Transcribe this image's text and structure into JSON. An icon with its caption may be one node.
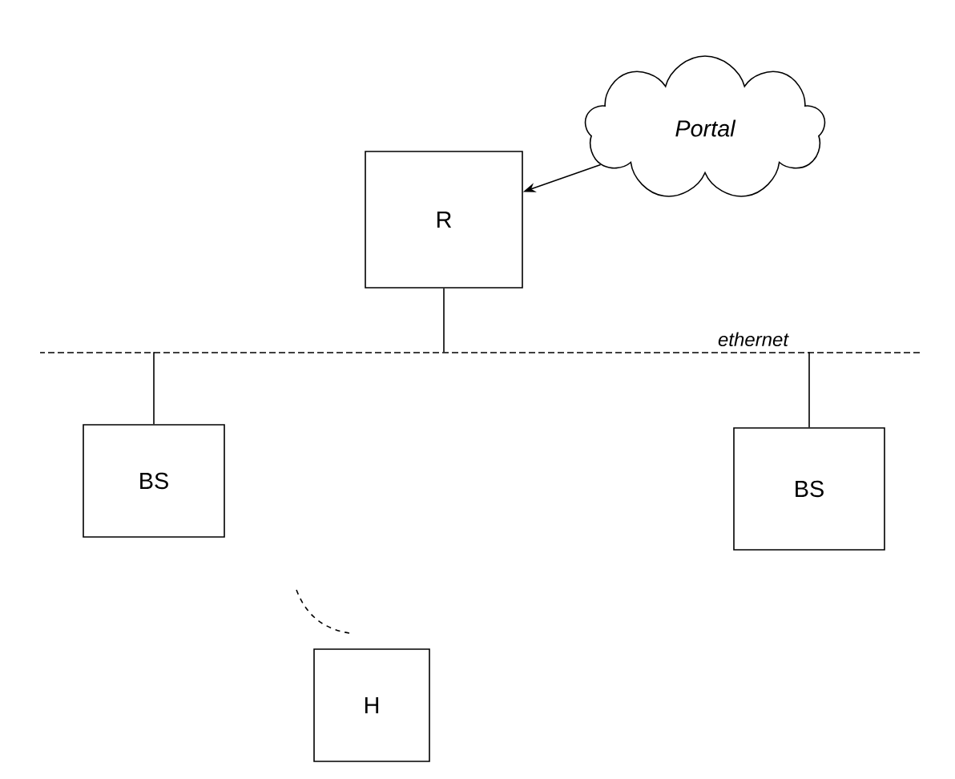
{
  "diagram": {
    "nodes": [
      {
        "text": [
          "R"
        ]
      },
      {
        "text": [
          "Portal"
        ]
      },
      {
        "text": [
          "ethernet"
        ]
      },
      {
        "text": [
          "BS"
        ]
      },
      {
        "text": [
          "BS"
        ]
      },
      {
        "text": [
          "H"
        ]
      }
    ],
    "edges": [
      {
        "from": 1,
        "to": 0,
        "arrow": "to"
      },
      {
        "from": 0,
        "to": 2,
        "arrow": "none"
      },
      {
        "from": 3,
        "to": 2,
        "arrow": "none"
      },
      {
        "from": 4,
        "to": 2,
        "arrow": "none"
      }
    ]
  }
}
